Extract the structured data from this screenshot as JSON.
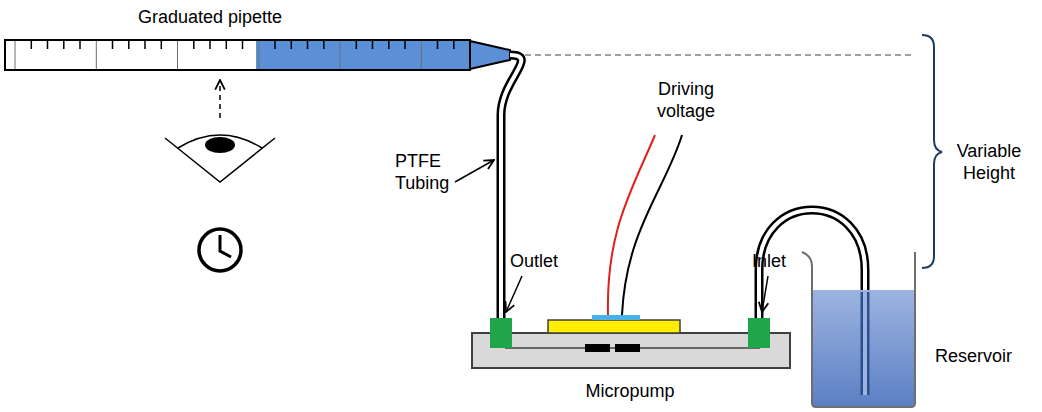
{
  "diagram": {
    "labels": [
      "Graduated pipette",
      "PTFE Tubing",
      "Driving voltage",
      "Outlet",
      "Inlet",
      "Variable Height",
      "Micropump",
      "Reservoir"
    ]
  }
}
